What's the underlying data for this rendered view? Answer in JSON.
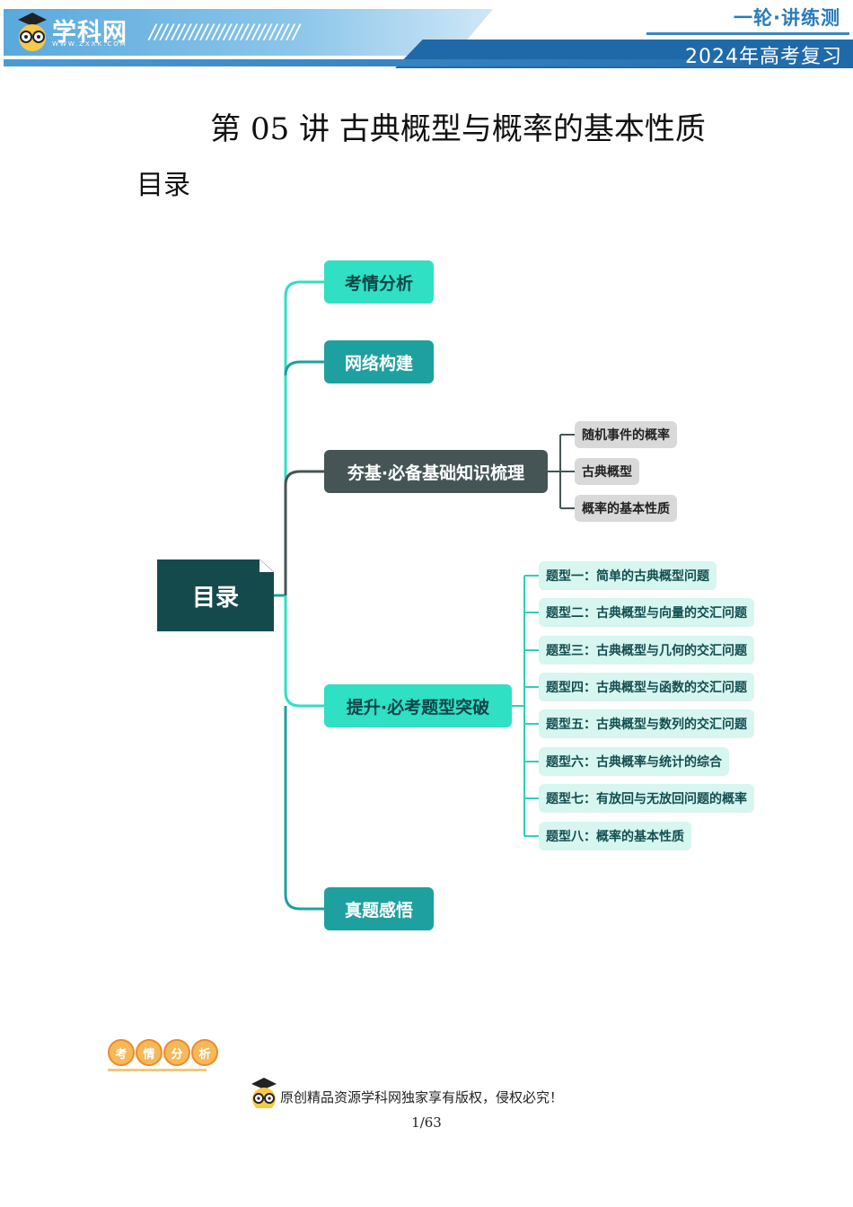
{
  "header": {
    "logo_text": "学科网",
    "logo_sub": "WWW.ZXXK.COM",
    "slashes": "//////////////////////////",
    "series": "一轮·讲练测",
    "exam": "2024年高考复习"
  },
  "document": {
    "title": "第 05 讲  古典概型与概率的基本性质",
    "toc_heading": "目录"
  },
  "mindmap": {
    "root": "目录",
    "sections": [
      {
        "label": "考情分析",
        "color": "#2fe0c4"
      },
      {
        "label": "网络构建",
        "color": "#1ea0a0"
      },
      {
        "label": "夯基·必备基础知识梳理",
        "color": "#455556",
        "children": [
          "随机事件的概率",
          "古典概型",
          "概率的基本性质"
        ]
      },
      {
        "label": "提升·必考题型突破",
        "color": "#2fe0c4",
        "children": [
          "题型一：简单的古典概型问题",
          "题型二：古典概型与向量的交汇问题",
          "题型三：古典概型与几何的交汇问题",
          "题型四：古典概型与函数的交汇问题",
          "题型五：古典概型与数列的交汇问题",
          "题型六：古典概率与统计的综合",
          "题型七：有放回与无放回问题的概率",
          "题型八：概率的基本性质"
        ]
      },
      {
        "label": "真题感悟",
        "color": "#1ea0a0"
      }
    ]
  },
  "footer": {
    "badges": [
      "考",
      "情",
      "分",
      "析"
    ],
    "copyright": "原创精品资源学科网独家享有版权，侵权必究！",
    "page": "1/63"
  }
}
